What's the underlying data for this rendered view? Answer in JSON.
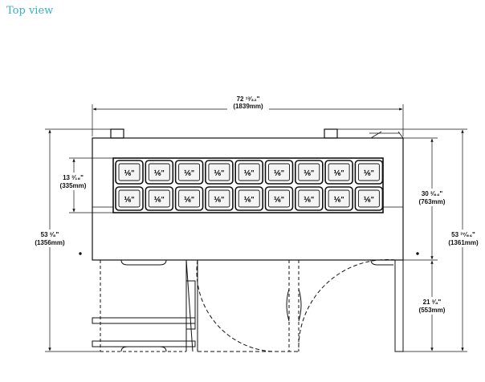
{
  "page": {
    "title": "Top view"
  },
  "dimensions": {
    "overall_width": {
      "line1": "72 ¹³⁄₃₂\"",
      "line2": "(1839mm)"
    },
    "pan_depth": {
      "line1": "13 ³⁄₁₆\"",
      "line2": "(335mm)"
    },
    "cabinet_depth": {
      "line1": "30 ³⁄₆₄\"",
      "line2": "(763mm)"
    },
    "overall_depth_left": {
      "line1": "53 ³⁄₈\"",
      "line2": "(1356mm)"
    },
    "overall_depth_right": {
      "line1": "53 ³⁷⁄₆₄\"",
      "line2": "(1361mm)"
    },
    "door_swing": {
      "line1": "21 ³⁄₄\"",
      "line2": "(553mm)"
    }
  },
  "pans": {
    "label": "⅙\"",
    "rows": 2,
    "columns": 9
  },
  "colors": {
    "title": "#3ab0c4",
    "line": "#111111",
    "pan_bg": "#f4f4f4"
  }
}
